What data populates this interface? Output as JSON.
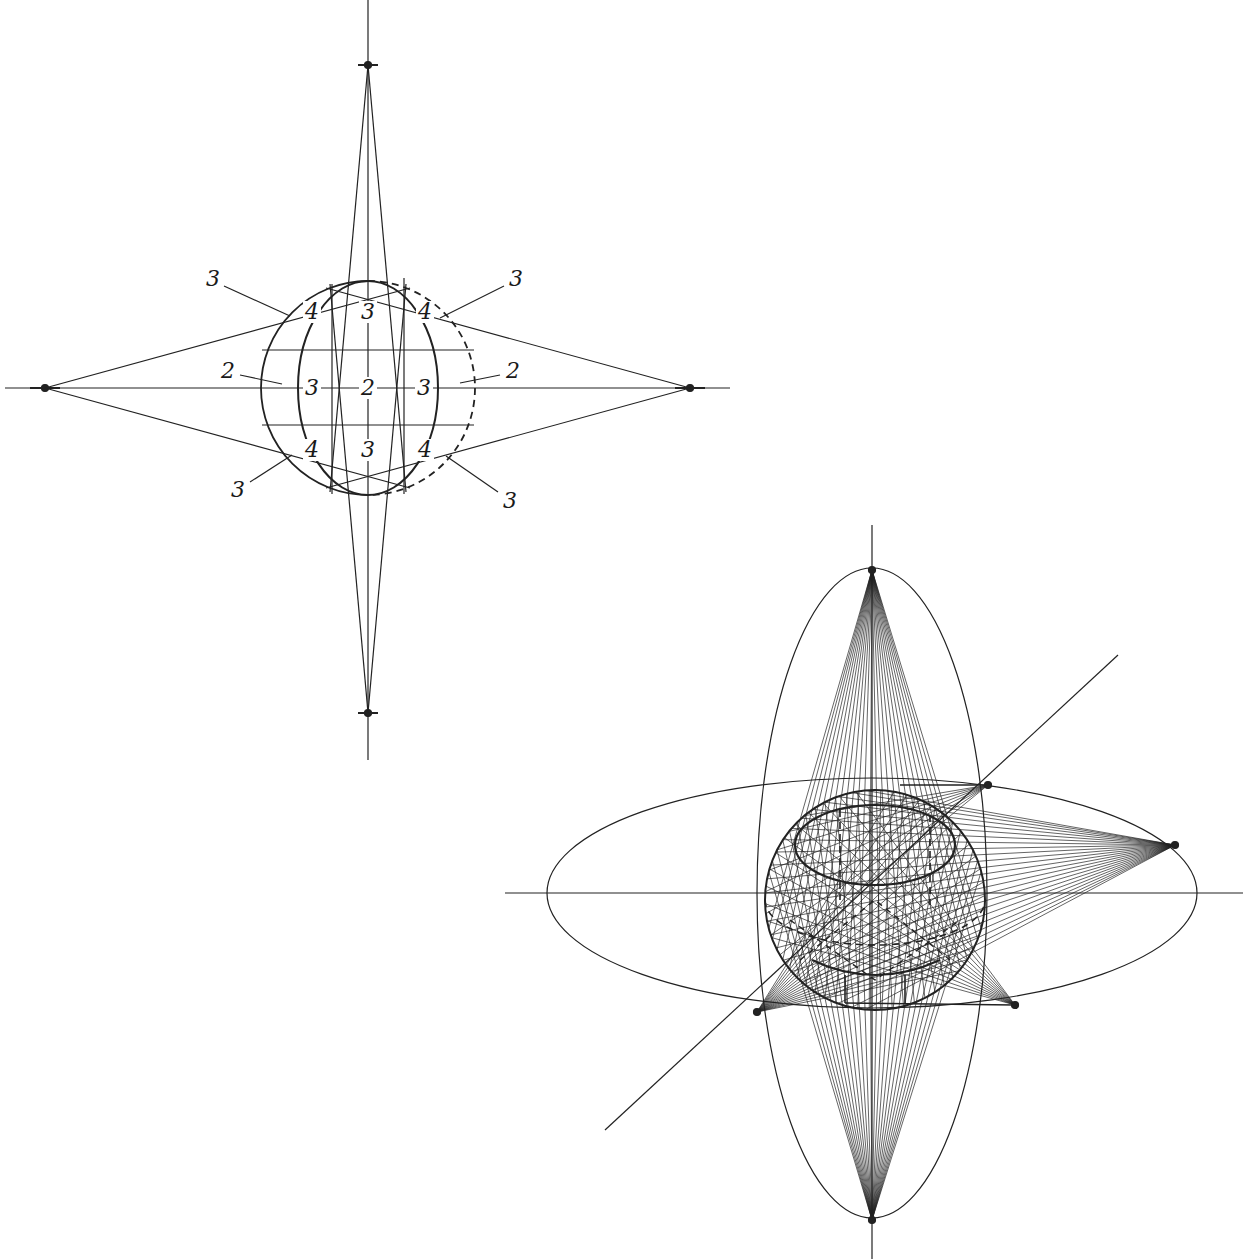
{
  "diagram": {
    "labels": [
      "3",
      "3",
      "4",
      "3",
      "4",
      "2",
      "3",
      "2",
      "3",
      "2",
      "4",
      "3",
      "4",
      "3",
      "3"
    ]
  }
}
